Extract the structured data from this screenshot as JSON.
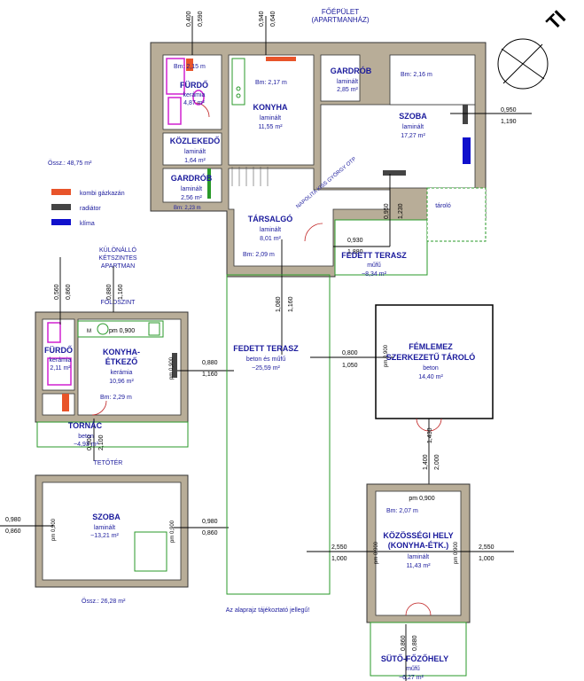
{
  "top_right_mark": "TI",
  "main_building": {
    "heading": "FŐÉPÜLET",
    "subheading": "(APARTMANHÁZ)",
    "total": "Össz.: 48,75 m²",
    "rooms": {
      "furdo": {
        "name": "FÜRDŐ",
        "floor": "kerámia",
        "area": "4,87 m²",
        "height": "Bm: 2,15 m"
      },
      "konyha": {
        "name": "KONYHA",
        "floor": "laminált",
        "area": "11,55 m²",
        "height": "Bm: 2,17 m"
      },
      "gardrob1": {
        "name": "GARDRÓB",
        "floor": "laminált",
        "area": "2,85 m²"
      },
      "szoba": {
        "name": "SZOBA",
        "floor": "laminált",
        "area": "17,27 m²",
        "height": "Bm: 2,16 m"
      },
      "kozlekedo": {
        "name": "KÖZLEKEDŐ",
        "floor": "laminált",
        "area": "1,64 m²"
      },
      "gardrob2": {
        "name": "GARDRÓB",
        "floor": "laminált",
        "area": "2,56 m²",
        "height": "Bm: 2,23 m"
      },
      "tarsalgo": {
        "name": "TÁRSALGÓ",
        "floor": "laminált",
        "area": "8,01 m²",
        "height": "Bm: 2,09 m"
      },
      "terasz": {
        "name": "FEDETT TERASZ",
        "floor": "műfű",
        "area": "~8,34 m²"
      },
      "tarolo": {
        "name": "tároló"
      }
    },
    "dims": {
      "d1": "0,400",
      "d2": "0,590",
      "d3": "0,940",
      "d4": "0,640",
      "w1": "0,950",
      "w2": "1,190",
      "v1": "0,950",
      "v2": "1,230",
      "h1": "0,930",
      "h2": "1,880"
    }
  },
  "legend": {
    "items": [
      {
        "label": "kombi gázkazán",
        "color": "#e8542a"
      },
      {
        "label": "radiátor",
        "color": "#444444"
      },
      {
        "label": "klíma",
        "color": "#1010cc"
      }
    ]
  },
  "apartment": {
    "heading": [
      "KÜLÖNÁLLÓ",
      "KÉTSZINTES",
      "APARTMAN"
    ],
    "floor_label": "FÖLDSZINT",
    "upper_label": "TETŐTÉR",
    "total": "Össz.: 26,28 m²",
    "rooms": {
      "furdo": {
        "name": "FÜRDŐ",
        "floor": "kerámia",
        "area": "2,11 m²"
      },
      "konyha": {
        "name": "KONYHA-",
        "name2": "ÉTKEZŐ",
        "floor": "kerámia",
        "area": "10,96 m²",
        "height": "Bm: 2,29 m"
      },
      "tornac": {
        "name": "TORNÁC",
        "floor": "beton",
        "area": "~4,93 m²"
      },
      "szoba": {
        "name": "SZOBA",
        "floor": "laminált",
        "area": "~13,21 m²"
      }
    },
    "dims": {
      "a1": "0,560",
      "a2": "0,860",
      "a3": "0,880",
      "a4": "1,160",
      "pm": "pm 0,900",
      "b1": "0,880",
      "b2": "1,160",
      "c1": "0,900",
      "c2": "2,100",
      "e1": "0,980",
      "e2": "0,860",
      "f1": "0,980",
      "f2": "0,860",
      "m": "M"
    }
  },
  "terasz_big": {
    "name": "FEDETT TERASZ",
    "floor": "beton és műfű",
    "area": "~25,59 m²",
    "d1": "1,080",
    "d2": "1,160"
  },
  "storage": {
    "name1": "FÉMLEMEZ",
    "name2": "SZERKEZETŰ TÁROLÓ",
    "floor": "beton",
    "area": "14,40 m²",
    "d1": "0,800",
    "d2": "1,050",
    "pm": "pm 0,900",
    "v1": "1,400",
    "v2": "2,000",
    "v3": "1,430"
  },
  "community": {
    "name1": "KÖZÖSSÉGI HELY",
    "name2": "(KONYHA-ÉTK.)",
    "floor": "laminált",
    "area": "11,43 m²",
    "height": "Bm: 2,07 m",
    "pm": "pm 0,900",
    "l1": "2,550",
    "l2": "1,000",
    "r1": "2,550",
    "r2": "1,000",
    "cooker": {
      "name": "SÜTŐ-FŐZŐHELY",
      "floor": "műfű",
      "area": "~6,27 m²",
      "d1": "0,860",
      "d2": "0,880"
    }
  },
  "disclaimer": "Az alaprajz tájékoztató jellegű!",
  "watermark": "NAPOLITA KISS GYÖRGY OTP"
}
